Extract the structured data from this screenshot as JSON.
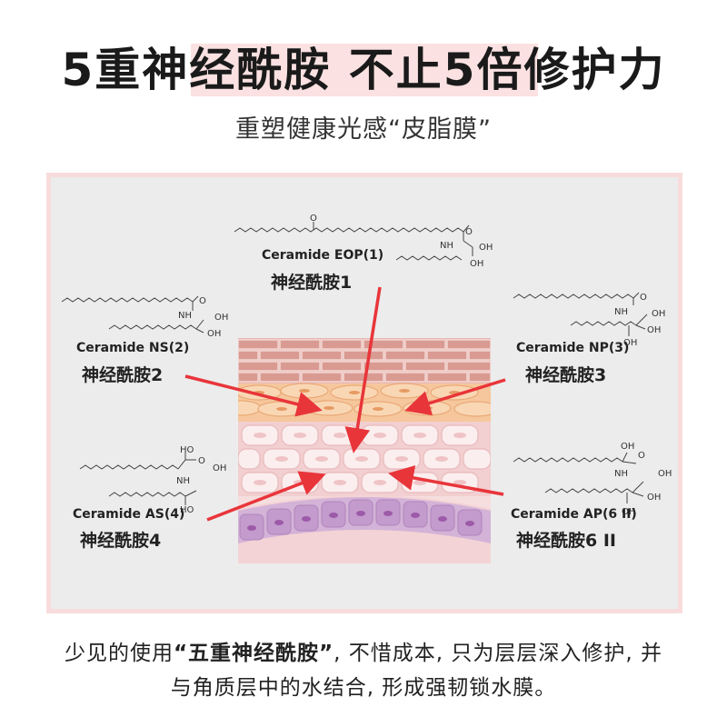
{
  "header": {
    "title": "5重神经酰胺 不止5倍修护力",
    "subtitle": "重塑健康光感“皮脂膜”"
  },
  "ceramides": [
    {
      "en": "Ceramide EOP(1)",
      "cn": "神经酰胺1"
    },
    {
      "en": "Ceramide NS(2)",
      "cn": "神经酰胺2"
    },
    {
      "en": "Ceramide NP(3)",
      "cn": "神经酰胺3"
    },
    {
      "en": "Ceramide AS(4)",
      "cn": "神经酰胺4"
    },
    {
      "en": "Ceramide AP(6 II)",
      "cn": "神经酰胺6 II"
    }
  ],
  "molecule_labels": {
    "o": "O",
    "oh": "OH",
    "nh": "NH",
    "ho": "HO"
  },
  "footer": {
    "pre": "少见的使用",
    "highlight": "“五重神经酰胺”",
    "post": ", 不惜成本, 只为层层深入修护, 并与角质层中的水结合, 形成强韧锁水膜。"
  },
  "colors": {
    "arrow": "#e8353a",
    "panel_border": "#f8dcdc",
    "panel_bg": "#ececec",
    "title_highlight": "#fbe1e1"
  }
}
